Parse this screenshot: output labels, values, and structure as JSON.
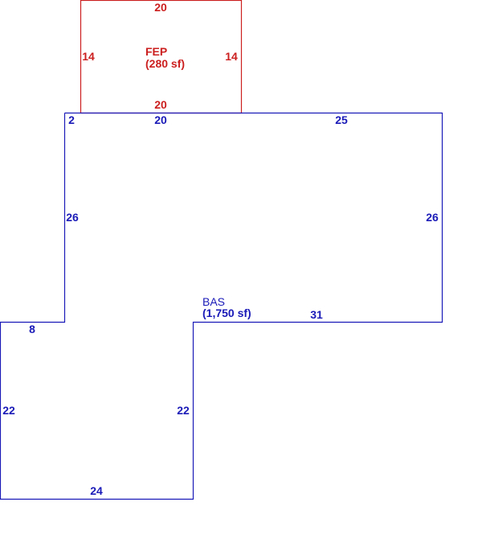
{
  "colors": {
    "bas": "#1a1ab8",
    "fep": "#cc1f1f",
    "background": "#ffffff"
  },
  "areas": {
    "fep": {
      "name": "FEP",
      "size": "(280 sf)",
      "dims": {
        "top": "20",
        "left": "14",
        "right": "14",
        "bottom": "20"
      }
    },
    "bas": {
      "name": "BAS",
      "size": "(1,750 sf)",
      "dims": {
        "top_left_short": "2",
        "top_mid": "20",
        "top_right": "25",
        "upper_left_side": "26",
        "right_side": "26",
        "inner_step": "31",
        "lower_top": "8",
        "lower_left_side": "22",
        "lower_right_side": "22",
        "bottom": "24"
      }
    }
  }
}
